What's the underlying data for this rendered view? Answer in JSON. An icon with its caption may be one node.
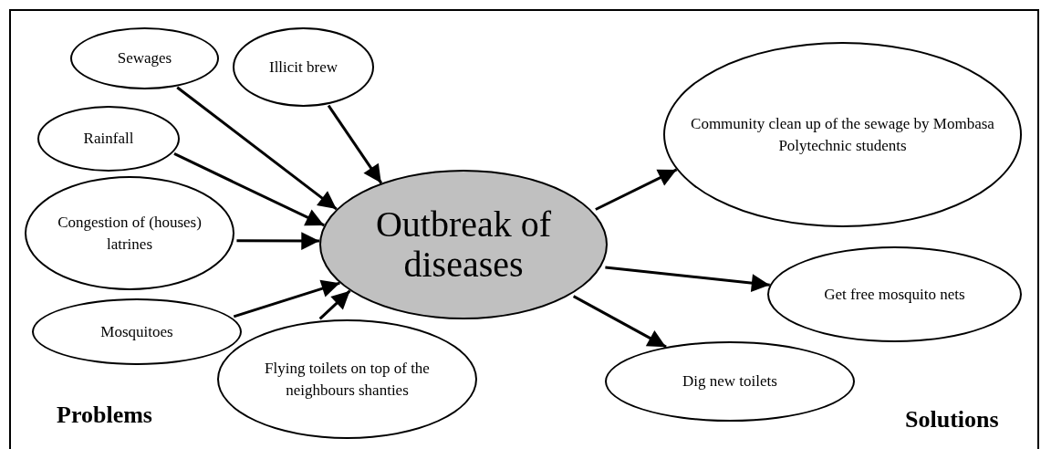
{
  "diagram": {
    "nodes": [
      {
        "text": [
          "Sewages"
        ]
      },
      {
        "text": [
          "Illicit brew"
        ]
      },
      {
        "text": [
          "Rainfall"
        ]
      },
      {
        "text": [
          "Congestion of (houses) latrines"
        ]
      },
      {
        "text": [
          "Mosquitoes"
        ]
      },
      {
        "text": [
          "Outbreak of diseases"
        ]
      },
      {
        "text": [
          "Flying toilets on top of the neighbours shanties"
        ]
      },
      {
        "text": [
          "Community clean up of the sewage by Mombasa Polytechnic students"
        ]
      },
      {
        "text": [
          "Get free mosquito nets"
        ]
      },
      {
        "text": [
          "Dig new toilets"
        ]
      }
    ],
    "edges": [
      {
        "from": 0,
        "to": 5,
        "arrow": "to"
      },
      {
        "from": 1,
        "to": 5,
        "arrow": "to"
      },
      {
        "from": 2,
        "to": 5,
        "arrow": "to"
      },
      {
        "from": 3,
        "to": 5,
        "arrow": "to"
      },
      {
        "from": 4,
        "to": 5,
        "arrow": "to"
      },
      {
        "from": 6,
        "to": 5,
        "arrow": "to"
      },
      {
        "from": 5,
        "to": 7,
        "arrow": "to"
      },
      {
        "from": 5,
        "to": 8,
        "arrow": "to"
      },
      {
        "from": 5,
        "to": 9,
        "arrow": "to"
      }
    ],
    "labels": [
      "Problems",
      "Solutions"
    ]
  }
}
